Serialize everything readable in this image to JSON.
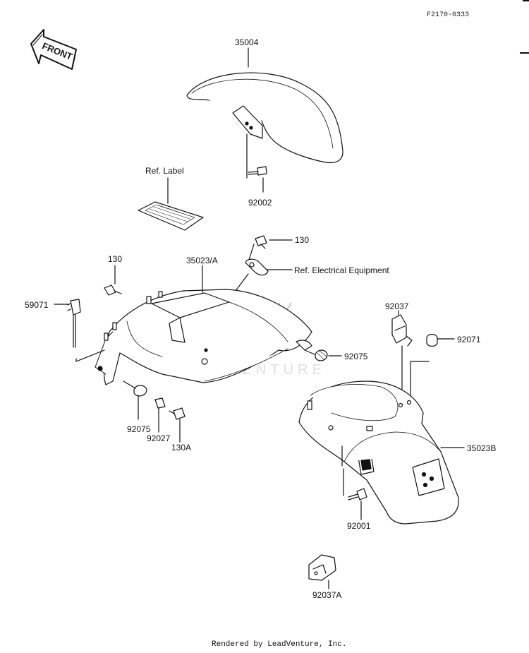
{
  "diagram_code": "F2170-0333",
  "front_arrow_text": "FRONT",
  "watermark_text": "LEADVENTURE",
  "footer_text": "Rendered by LeadVenture, Inc.",
  "callouts": {
    "front_fender": "35004",
    "front_bolt": "92002",
    "ref_label": "Ref. Label",
    "bolt_130_top": "130",
    "ref_electrical": "Ref. Electrical Equipment",
    "rear_fender_front": "35023/A",
    "bolt_130_left": "130",
    "part_59071": "59071",
    "damper_right": "92075",
    "damper_bottom": "92075",
    "collar": "92027",
    "bolt_130A": "130A",
    "nut_92037": "92037",
    "cap_92071": "92071",
    "rear_fender_rear": "35023B",
    "bolt_92001": "92001",
    "clip_92037A": "92037A"
  }
}
